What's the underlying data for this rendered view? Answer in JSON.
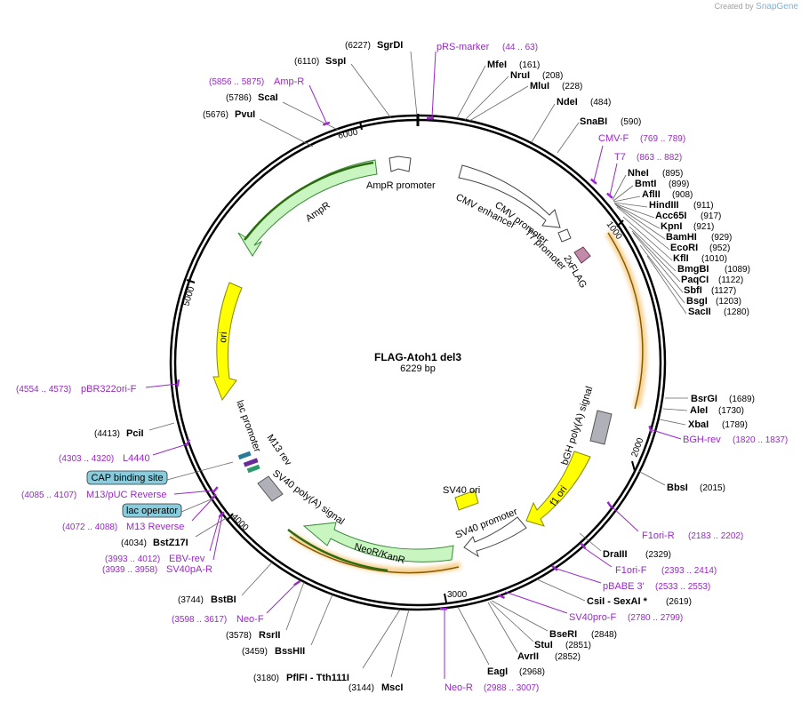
{
  "credit": {
    "prefix": "Created by",
    "brand": "SnapGene"
  },
  "plasmid": {
    "name": "FLAG-Atoh1 del3",
    "size_label": "6229 bp",
    "length": 6229
  },
  "ticks": [
    {
      "bp": 1000,
      "label": "1000"
    },
    {
      "bp": 2000,
      "label": "2000"
    },
    {
      "bp": 3000,
      "label": "3000"
    },
    {
      "bp": 4000,
      "label": "4000"
    },
    {
      "bp": 5000,
      "label": "5000"
    },
    {
      "bp": 6000,
      "label": "6000"
    }
  ],
  "colors": {
    "backbone": "#000000",
    "enzyme": "#000000",
    "primer": "#9a28c8",
    "feature_green": "#c8f5c0",
    "ori_yellow": "#ffff00",
    "orange": "#f0b040",
    "gray": "#b0b0b8",
    "misc": "#88ccdd"
  },
  "enzymes": [
    {
      "name": "SgrDI",
      "pos": "(6227)"
    },
    {
      "name": "SspI",
      "pos": "(6110)"
    },
    {
      "name": "ScaI",
      "pos": "(5786)"
    },
    {
      "name": "PvuI",
      "pos": "(5676)"
    },
    {
      "name": "MfeI",
      "pos": "(161)"
    },
    {
      "name": "NruI",
      "pos": "(208)"
    },
    {
      "name": "MluI",
      "pos": "(228)"
    },
    {
      "name": "NdeI",
      "pos": "(484)"
    },
    {
      "name": "SnaBI",
      "pos": "(590)"
    },
    {
      "name": "NheI",
      "pos": "(895)"
    },
    {
      "name": "BmtI",
      "pos": "(899)"
    },
    {
      "name": "AflII",
      "pos": "(908)"
    },
    {
      "name": "HindIII",
      "pos": "(911)"
    },
    {
      "name": "Acc65I",
      "pos": "(917)"
    },
    {
      "name": "KpnI",
      "pos": "(921)"
    },
    {
      "name": "BamHI",
      "pos": "(929)"
    },
    {
      "name": "EcoRI",
      "pos": "(952)"
    },
    {
      "name": "KflI",
      "pos": "(1010)"
    },
    {
      "name": "BmgBI",
      "pos": "(1089)"
    },
    {
      "name": "PaqCI",
      "pos": "(1122)"
    },
    {
      "name": "SbfI",
      "pos": "(1127)"
    },
    {
      "name": "BsgI",
      "pos": "(1203)"
    },
    {
      "name": "SacII",
      "pos": "(1280)"
    },
    {
      "name": "BsrGI",
      "pos": "(1689)"
    },
    {
      "name": "AleI",
      "pos": "(1730)"
    },
    {
      "name": "XbaI",
      "pos": "(1789)"
    },
    {
      "name": "BbsI",
      "pos": "(2015)"
    },
    {
      "name": "DraIII",
      "pos": "(2329)"
    },
    {
      "name": "CsiI - SexAI *",
      "pos": "(2619)"
    },
    {
      "name": "BseRI",
      "pos": "(2848)"
    },
    {
      "name": "StuI",
      "pos": "(2851)"
    },
    {
      "name": "AvrII",
      "pos": "(2852)"
    },
    {
      "name": "EagI",
      "pos": "(2968)"
    },
    {
      "name": "MscI",
      "pos": "(3144)"
    },
    {
      "name": "PflFI - Tth111I",
      "pos": "(3180)"
    },
    {
      "name": "BssHII",
      "pos": "(3459)"
    },
    {
      "name": "RsrII",
      "pos": "(3578)"
    },
    {
      "name": "BstBI",
      "pos": "(3744)"
    },
    {
      "name": "BstZ17I",
      "pos": "(4034)"
    },
    {
      "name": "PciI",
      "pos": "(4413)"
    }
  ],
  "primers": [
    {
      "name": "pRS-marker",
      "range": "(44 .. 63)"
    },
    {
      "name": "Amp-R",
      "range": "(5856 .. 5875)"
    },
    {
      "name": "CMV-F",
      "range": "(769 .. 789)"
    },
    {
      "name": "T7",
      "range": "(863 .. 882)"
    },
    {
      "name": "BGH-rev",
      "range": "(1820 .. 1837)"
    },
    {
      "name": "F1ori-R",
      "range": "(2183 .. 2202)"
    },
    {
      "name": "F1ori-F",
      "range": "(2393 .. 2414)"
    },
    {
      "name": "pBABE 3'",
      "range": "(2533 .. 2553)"
    },
    {
      "name": "SV40pro-F",
      "range": "(2780 .. 2799)"
    },
    {
      "name": "Neo-R",
      "range": "(2988 .. 3007)"
    },
    {
      "name": "Neo-F",
      "range": "(3598 .. 3617)"
    },
    {
      "name": "SV40pA-R",
      "range": "(3939 .. 3958)"
    },
    {
      "name": "EBV-rev",
      "range": "(3993 .. 4012)"
    },
    {
      "name": "M13 Reverse",
      "range": "(4072 .. 4088)"
    },
    {
      "name": "M13/pUC Reverse",
      "range": "(4085 .. 4107)"
    },
    {
      "name": "L4440",
      "range": "(4303 .. 4320)"
    },
    {
      "name": "pBR322ori-F",
      "range": "(4554 .. 4573)"
    }
  ],
  "boxed_labels": [
    {
      "name": "CAP binding site"
    },
    {
      "name": "lac operator"
    }
  ],
  "features": [
    {
      "name": "AmpR promoter"
    },
    {
      "name": "AmpR"
    },
    {
      "name": "CMV enhancer"
    },
    {
      "name": "CMV promoter"
    },
    {
      "name": "T7 promoter"
    },
    {
      "name": "2xFLAG"
    },
    {
      "name": "ori"
    },
    {
      "name": "lac promoter"
    },
    {
      "name": "M13 rev"
    },
    {
      "name": "SV40 poly(A) signal"
    },
    {
      "name": "NeoR/KanR"
    },
    {
      "name": "SV40 ori"
    },
    {
      "name": "SV40 promoter"
    },
    {
      "name": "f1 ori"
    },
    {
      "name": "bGH poly(A) signal"
    }
  ]
}
